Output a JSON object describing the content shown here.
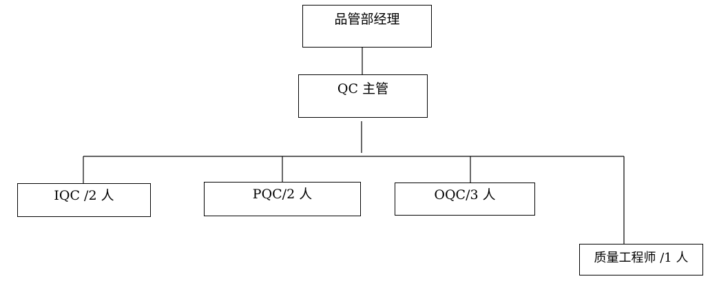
{
  "org_chart": {
    "nodes": {
      "manager": "品管部经理",
      "qc_supervisor": "QC 主管",
      "iqc": "IQC /2 人",
      "pqc": "PQC/2 人",
      "oqc": "OQC/3 人",
      "quality_engineer": "质量工程师  /1 人"
    },
    "line_color": "#000000",
    "box_border_color": "#000000",
    "background_color": "#ffffff"
  }
}
